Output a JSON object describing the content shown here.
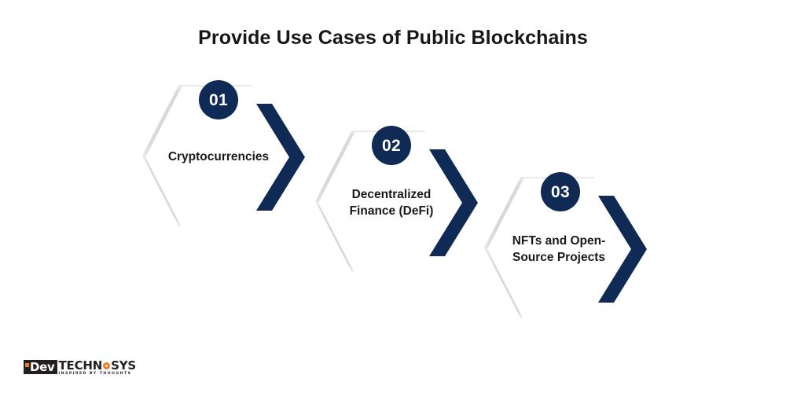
{
  "page": {
    "title": "Provide Use Cases of Public Blockchains",
    "background_color": "#ffffff",
    "accent_navy": "#102a56",
    "text_color": "#1a1a1a",
    "logo_orange": "#f47b20"
  },
  "steps": [
    {
      "number": "01",
      "label": "Cryptocurrencies",
      "badge_color": "#102a56",
      "chevron_color": "#102a56",
      "hex_fill": "#ffffff"
    },
    {
      "number": "02",
      "label": "Decentralized\nFinance (DeFi)",
      "badge_color": "#102a56",
      "chevron_color": "#102a56",
      "hex_fill": "#ffffff"
    },
    {
      "number": "03",
      "label": "NFTs and Open-\nSource Projects",
      "badge_color": "#102a56",
      "chevron_color": "#102a56",
      "hex_fill": "#ffffff"
    }
  ],
  "logo": {
    "mark": "Dev",
    "word_a": "TECHN",
    "word_b": "SYS",
    "tagline": "INSPIRED BY THOUGHTS"
  }
}
